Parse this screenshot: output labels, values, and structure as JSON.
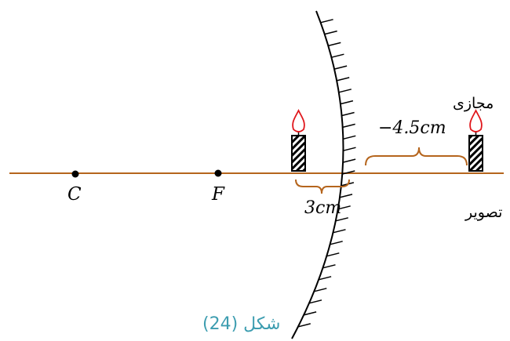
{
  "figure": {
    "caption": "شكل (24)",
    "caption_color": "#3d9db0"
  },
  "labels": {
    "center": "C",
    "focus": "F",
    "object_distance": "3cm",
    "image_distance": "−4.5cm",
    "image_word": "تصوير",
    "virtual_word": "مجازى"
  },
  "colors": {
    "axis": "#b5651d",
    "brace": "#b5651d",
    "mirror": "#000000",
    "flame": "#e0161b",
    "text": "#000000"
  },
  "icons": {
    "object": "candle-icon",
    "image": "candle-icon"
  }
}
